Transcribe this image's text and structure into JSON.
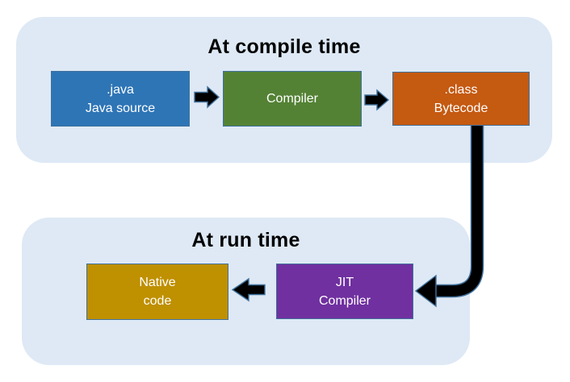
{
  "diagram": {
    "sections": {
      "compile": {
        "title": "At compile time"
      },
      "run": {
        "title": "At run time"
      }
    },
    "nodes": {
      "java_source": {
        "line1": ".java",
        "line2": "Java source",
        "color": "#2e75b6"
      },
      "compiler": {
        "line1": "Compiler",
        "color": "#548235"
      },
      "bytecode": {
        "line1": ".class",
        "line2": "Bytecode",
        "color": "#c55a11"
      },
      "native_code": {
        "line1": "Native",
        "line2": "code",
        "color": "#bf9000"
      },
      "jit_compiler": {
        "line1": "JIT",
        "line2": "Compiler",
        "color": "#7030a0"
      }
    },
    "colors": {
      "section_bg": "#dee9f5",
      "node_border": "#41719c",
      "node_text": "#ffffff",
      "title_text": "#000000",
      "arrow_fill": "#000000"
    }
  }
}
